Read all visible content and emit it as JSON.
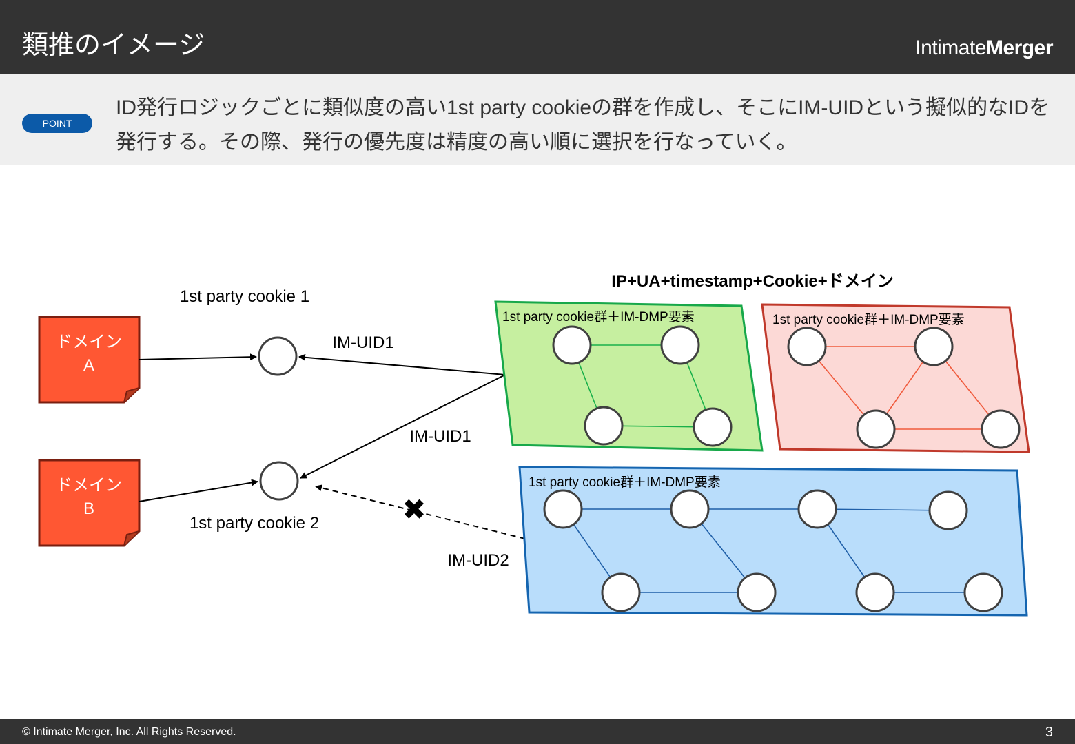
{
  "header": {
    "title": "類推のイメージ",
    "logo_light": "Intimate",
    "logo_bold": "Merger"
  },
  "point": {
    "badge": "POINT",
    "text": "ID発行ロジックごとに類似度の高い1st party cookieの群を作成し、そこにIM-UIDという擬似的なIDを発行する。その際、発行の優先度は精度の高い順に選択を行なっていく。"
  },
  "diagram": {
    "heading": "IP+UA+timestamp+Cookie+ドメイン",
    "domain_a": {
      "line1": "ドメイン",
      "line2": "A"
    },
    "domain_b": {
      "line1": "ドメイン",
      "line2": "B"
    },
    "cookie1_label": "1st party cookie 1",
    "cookie2_label": "1st party cookie 2",
    "uid_green_to_cookie1": "IM-UID1",
    "uid_green_to_cookie2": "IM-UID1",
    "uid_blue_to_cookie2": "IM-UID2",
    "blocked_mark": "✖",
    "groups": {
      "green": {
        "label": "1st party cookie群＋IM-DMP要素",
        "fill": "#c6efa0",
        "stroke": "#18a84a",
        "edge": "#19b04a"
      },
      "red": {
        "label": "1st party cookie群＋IM-DMP要素",
        "fill": "#fcd9d6",
        "stroke": "#c0392b",
        "edge": "#f05a3c"
      },
      "blue": {
        "label": "1st party cookie群＋IM-DMP要素",
        "fill": "#b9ddfb",
        "stroke": "#1565b0",
        "edge": "#1f5fa8"
      }
    },
    "domain_color": "#ff5733"
  },
  "footer": {
    "copyright": "© Intimate Merger, Inc. All Rights Reserved.",
    "page_number": "3"
  }
}
